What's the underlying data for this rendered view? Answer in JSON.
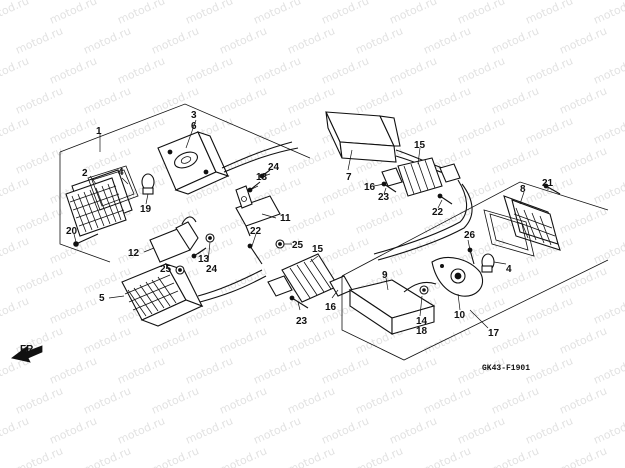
{
  "watermark": {
    "text": "motod.ru",
    "color": "#e2e2e2"
  },
  "diagram_code": "GK43-F1901",
  "direction_label": "FR.",
  "callouts": {
    "c1": "1",
    "c2": "2",
    "c3": "3",
    "c3b": "6",
    "c4": "4",
    "c5": "5",
    "c7": "7",
    "c8": "8",
    "c9": "9",
    "c10": "10",
    "c11": "11",
    "c12": "12",
    "c13": "13",
    "c14": "14",
    "c15a": "15",
    "c15b": "15",
    "c16a": "16",
    "c16b": "16",
    "c17": "17",
    "c18": "18",
    "c19": "19",
    "c20": "20",
    "c21": "21",
    "c22a": "22",
    "c22b": "22",
    "c23a": "23",
    "c23b": "23",
    "c24a": "24",
    "c24b": "24",
    "c25a": "25",
    "c25b": "25",
    "c26": "26",
    "c4b": "4"
  }
}
